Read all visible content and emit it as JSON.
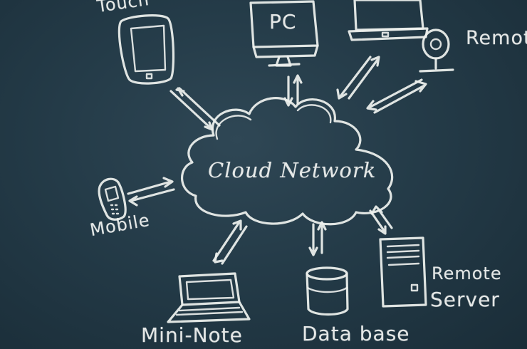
{
  "diagram": {
    "center": {
      "label": "Cloud Network"
    },
    "nodes": {
      "touch": {
        "label": "Touch",
        "icon": "tablet-icon"
      },
      "pc": {
        "label": "PC",
        "icon": "desktop-monitor-icon"
      },
      "laptop_top": {
        "icon": "laptop-icon"
      },
      "remote_top": {
        "label": "Remote",
        "icon": "webcam-icon"
      },
      "mobile": {
        "label": "Mobile",
        "icon": "mobile-phone-icon"
      },
      "mini_note": {
        "label": "Mini-Note",
        "icon": "mini-notebook-icon"
      },
      "database": {
        "label": "Data base",
        "icon": "database-cylinder-icon"
      },
      "remote_server": {
        "label_line1": "Remote",
        "label_line2": "Server",
        "icon": "server-tower-icon"
      }
    },
    "colors": {
      "board": "#243b48",
      "chalk": "#eef1ee"
    }
  }
}
